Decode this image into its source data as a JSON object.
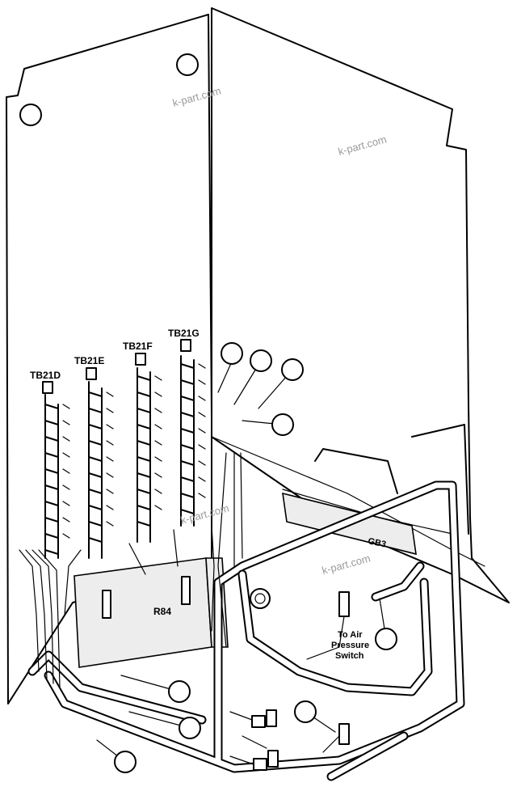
{
  "labels": {
    "tb21d": "TB21D",
    "tb21e": "TB21E",
    "tb21f": "TB21F",
    "tb21g": "TB21G",
    "r84": "R84",
    "gb3": "GB3",
    "air_pressure_line1": "To Air",
    "air_pressure_line2": "Pressure",
    "air_pressure_line3": "Switch"
  },
  "watermarks": [
    "k-part.com",
    "k-part.com",
    "k-part.com",
    "k-part.com"
  ],
  "callout_count": 9,
  "terminal_positions_per_block": 12,
  "colors": {
    "line": "#000000",
    "background": "#ffffff",
    "watermark": "#9a9a9a"
  }
}
